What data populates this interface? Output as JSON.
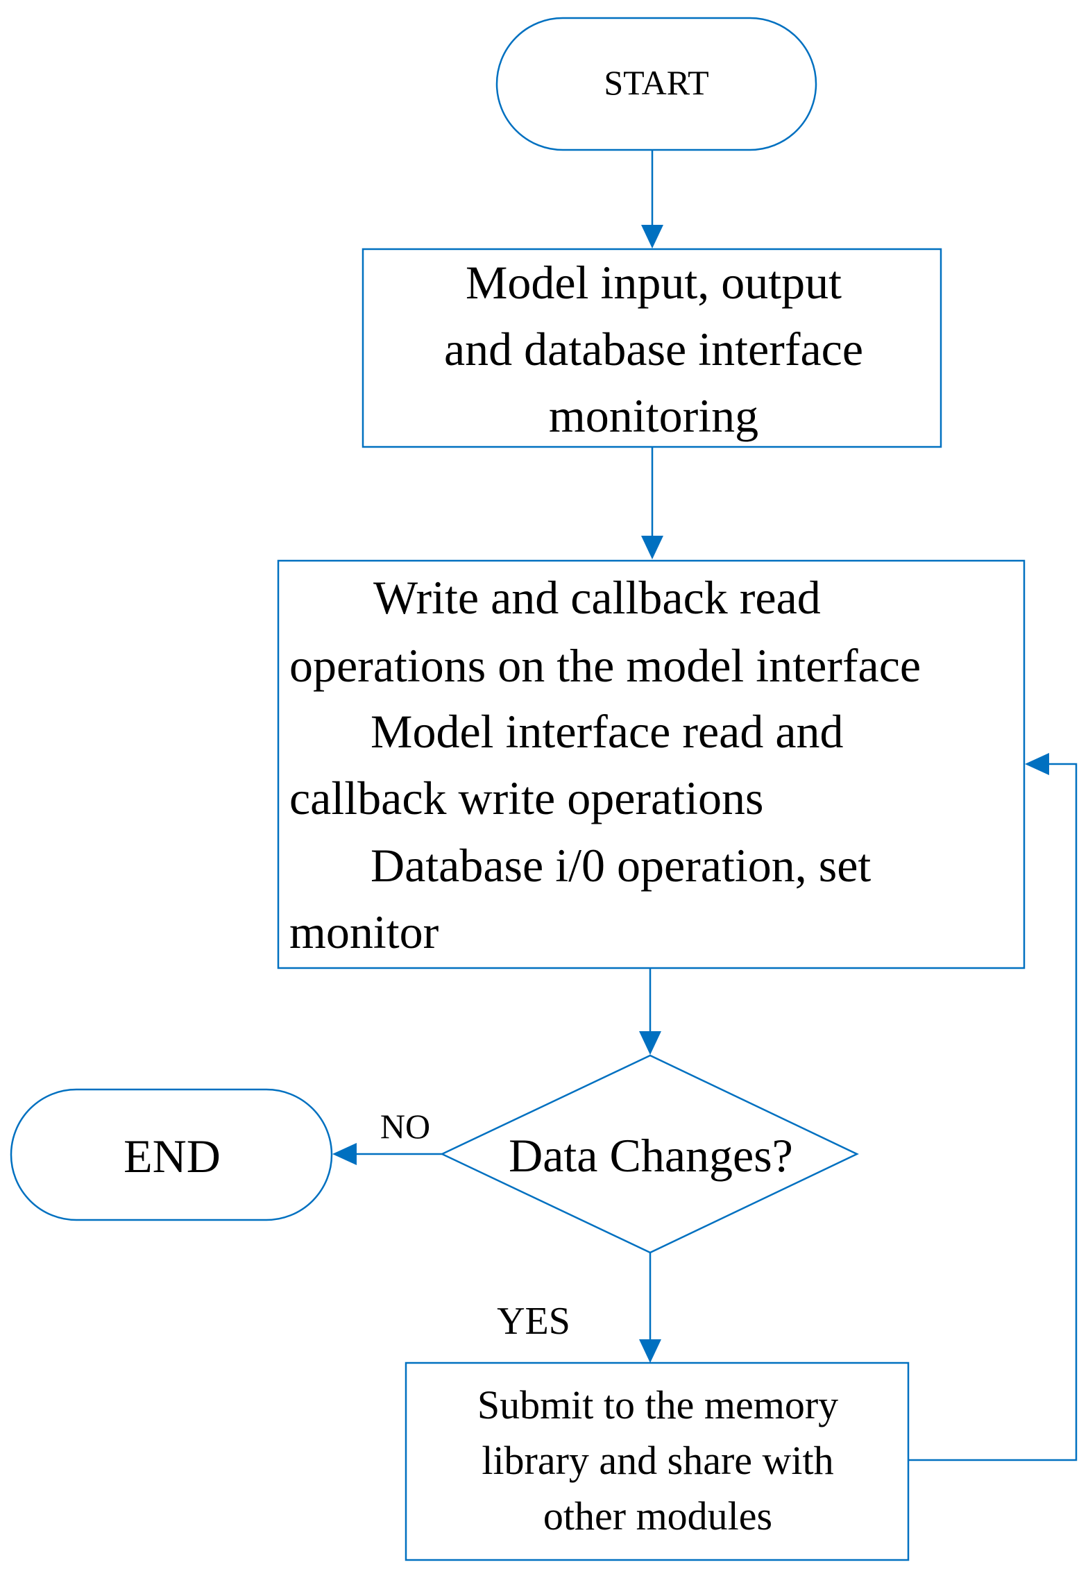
{
  "diagram": {
    "start": {
      "label": "START"
    },
    "step1": {
      "lines": [
        "Model input, output",
        "and database interface",
        "monitoring"
      ]
    },
    "step2": {
      "lines": [
        "Write and callback read",
        "operations on the model interface",
        "Model interface read and",
        "callback write operations",
        "Database i/0 operation, set",
        "monitor"
      ]
    },
    "decision": {
      "label": "Data Changes?"
    },
    "end": {
      "label": "END"
    },
    "step3": {
      "lines": [
        "Submit to the memory",
        "library and share with",
        "other modules"
      ]
    },
    "edges": {
      "no_label": "NO",
      "yes_label": "YES"
    },
    "colors": {
      "stroke": "#0070c0",
      "text": "#000000",
      "background": "#ffffff"
    }
  }
}
